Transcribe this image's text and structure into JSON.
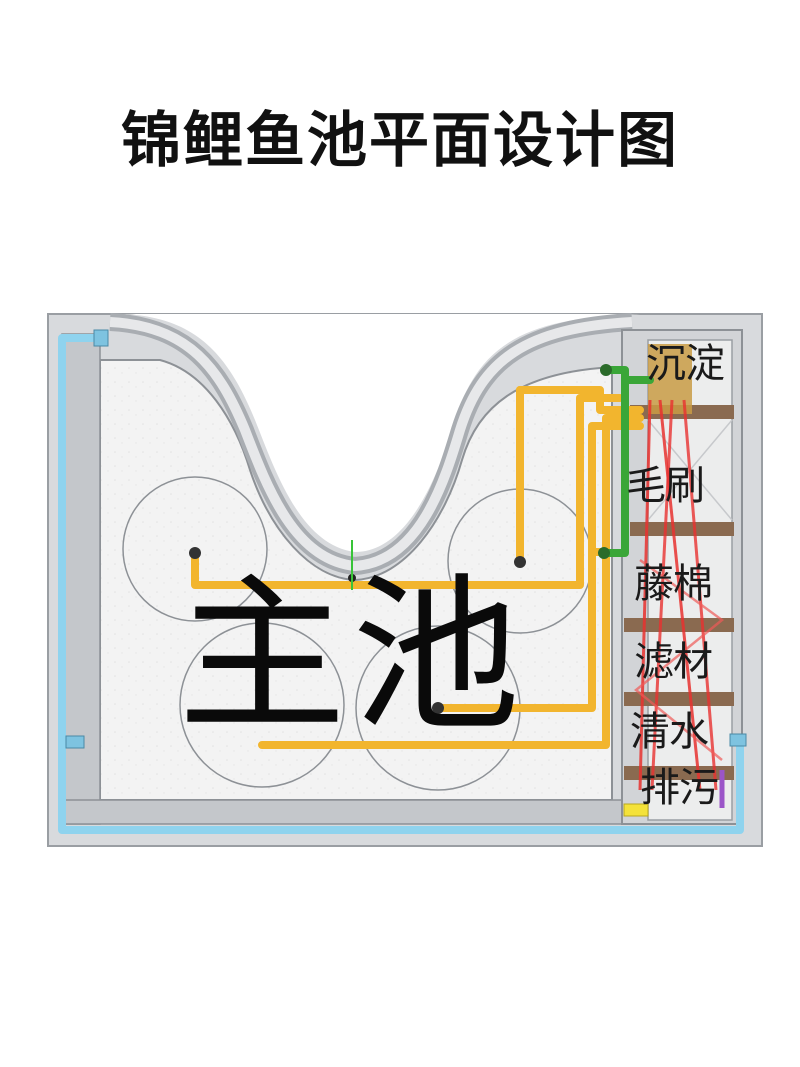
{
  "title": "锦鲤鱼池平面设计图",
  "main_pool_label": "主池",
  "chambers": [
    {
      "key": "sedimentation",
      "label": "沉淀"
    },
    {
      "key": "brush",
      "label": "毛刷"
    },
    {
      "key": "rattan",
      "label": "藤棉"
    },
    {
      "key": "media",
      "label": "滤材"
    },
    {
      "key": "clear_water",
      "label": "清水"
    },
    {
      "key": "drain",
      "label": "排污"
    }
  ],
  "colors": {
    "outer_wall": "#c9ccd0",
    "pool_floor": "#f2f2f2",
    "yellow_pipe": "#f2b52e",
    "blue_pipe": "#8fd3ee",
    "green_pipe": "#3aa638",
    "red_flow": "#e8312f",
    "wood_shelf": "#8a6a50"
  }
}
